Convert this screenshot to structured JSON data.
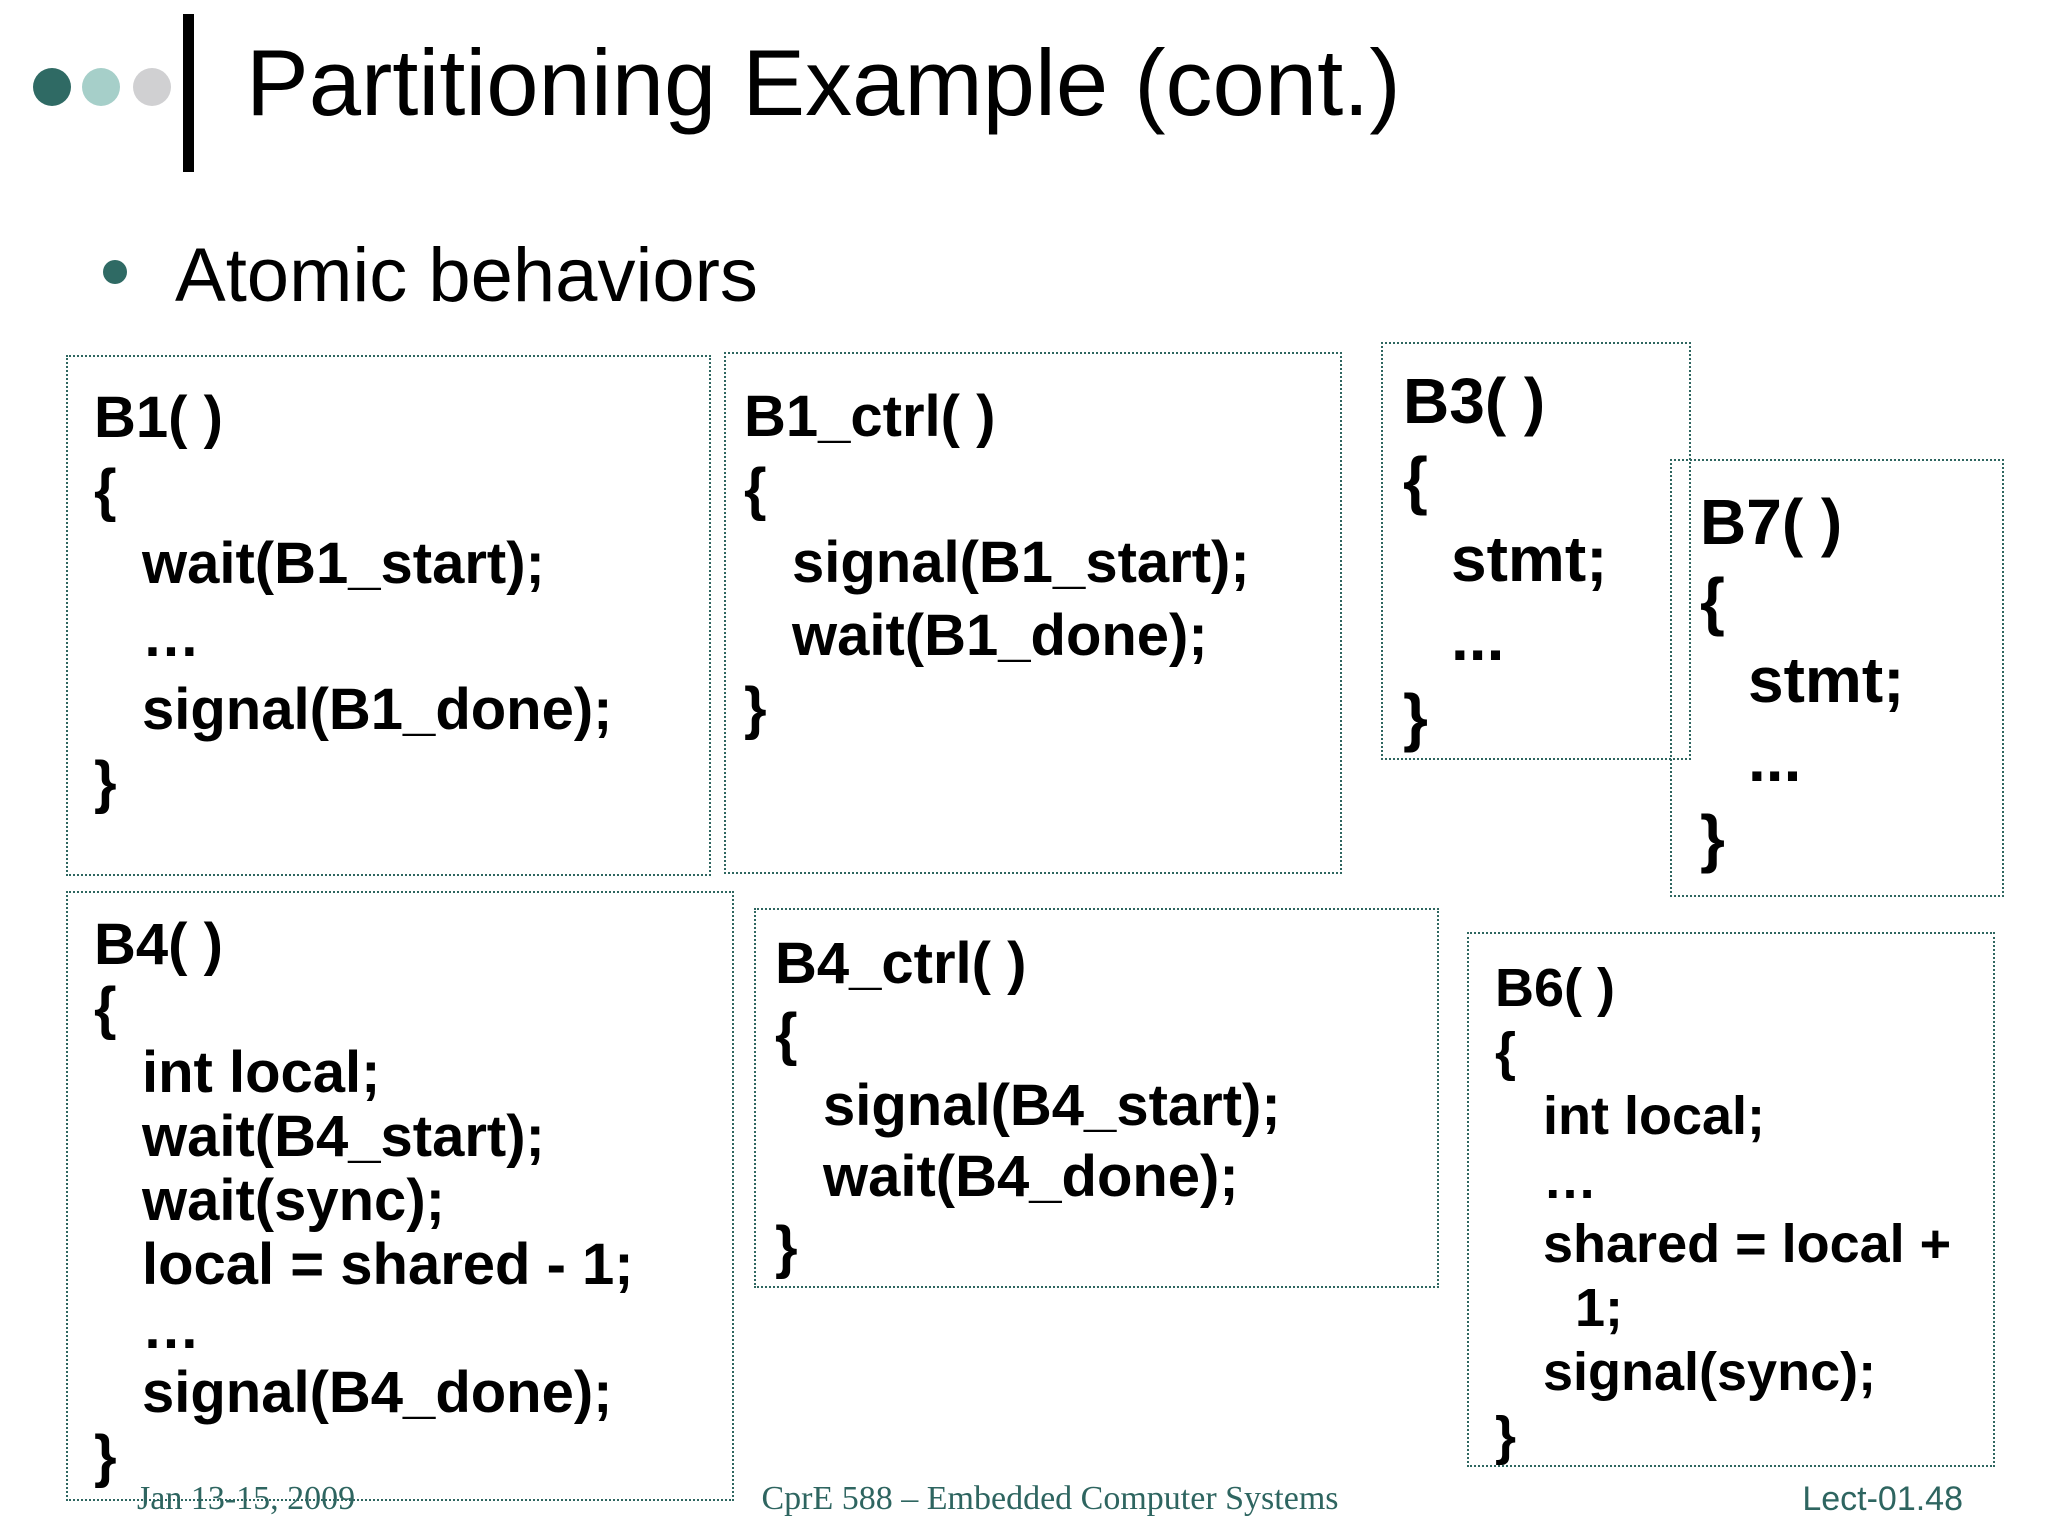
{
  "title": "Partitioning Example (cont.)",
  "bullet_text": "Atomic behaviors",
  "colors": {
    "accent_dark_teal": "#2F6A64",
    "accent_light_teal": "#A6CFC9",
    "accent_gray": "#D0D0D2",
    "box_border_teal": "#2E6660",
    "footer_teal": "#2E6560",
    "code_text": "#000000",
    "background": "#FFFFFF"
  },
  "boxes": {
    "b1": {
      "name": "B1",
      "lines": [
        [
          "B1( )",
          0
        ],
        [
          "{",
          0
        ],
        [
          "wait(B1_start);",
          1
        ],
        [
          "…",
          1
        ],
        [
          "signal(B1_done);",
          1
        ],
        [
          "}",
          0
        ]
      ]
    },
    "b1_ctrl": {
      "name": "B1_ctrl",
      "lines": [
        [
          "B1_ctrl( )",
          0
        ],
        [
          "{",
          0
        ],
        [
          "signal(B1_start);",
          1
        ],
        [
          "wait(B1_done);",
          1
        ],
        [
          "}",
          0
        ]
      ]
    },
    "b3": {
      "name": "B3",
      "lines": [
        [
          "B3( )",
          0
        ],
        [
          "{",
          0
        ],
        [
          "stmt;",
          1
        ],
        [
          "...",
          1
        ],
        [
          "}",
          0
        ]
      ]
    },
    "b7": {
      "name": "B7",
      "lines": [
        [
          "B7( )",
          0
        ],
        [
          "{",
          0
        ],
        [
          "stmt;",
          1
        ],
        [
          "...",
          1
        ],
        [
          "}",
          0
        ]
      ]
    },
    "b4": {
      "name": "B4",
      "lines": [
        [
          "B4( )",
          0
        ],
        [
          "{",
          0
        ],
        [
          "int local;",
          1
        ],
        [
          "wait(B4_start);",
          1
        ],
        [
          "wait(sync);",
          1
        ],
        [
          "local = shared - 1;",
          1
        ],
        [
          "…",
          1
        ],
        [
          "signal(B4_done);",
          1
        ],
        [
          "}",
          0
        ]
      ]
    },
    "b4_ctrl": {
      "name": "B4_ctrl",
      "lines": [
        [
          "B4_ctrl( )",
          0
        ],
        [
          "{",
          0
        ],
        [
          "signal(B4_start);",
          1
        ],
        [
          "wait(B4_done);",
          1
        ],
        [
          "}",
          0
        ]
      ]
    },
    "b6": {
      "name": "B6",
      "lines": [
        [
          "B6( )",
          0
        ],
        [
          "{",
          0
        ],
        [
          "int local;",
          1
        ],
        [
          "…",
          1
        ],
        [
          "shared = local +",
          1
        ],
        [
          "1;",
          2
        ],
        [
          "signal(sync);",
          1
        ],
        [
          "}",
          0
        ]
      ]
    }
  },
  "footer": {
    "date": "Jan 13-15, 2009",
    "course": "CprE 588 – Embedded Computer Systems",
    "lecture": "Lect-01.48"
  }
}
